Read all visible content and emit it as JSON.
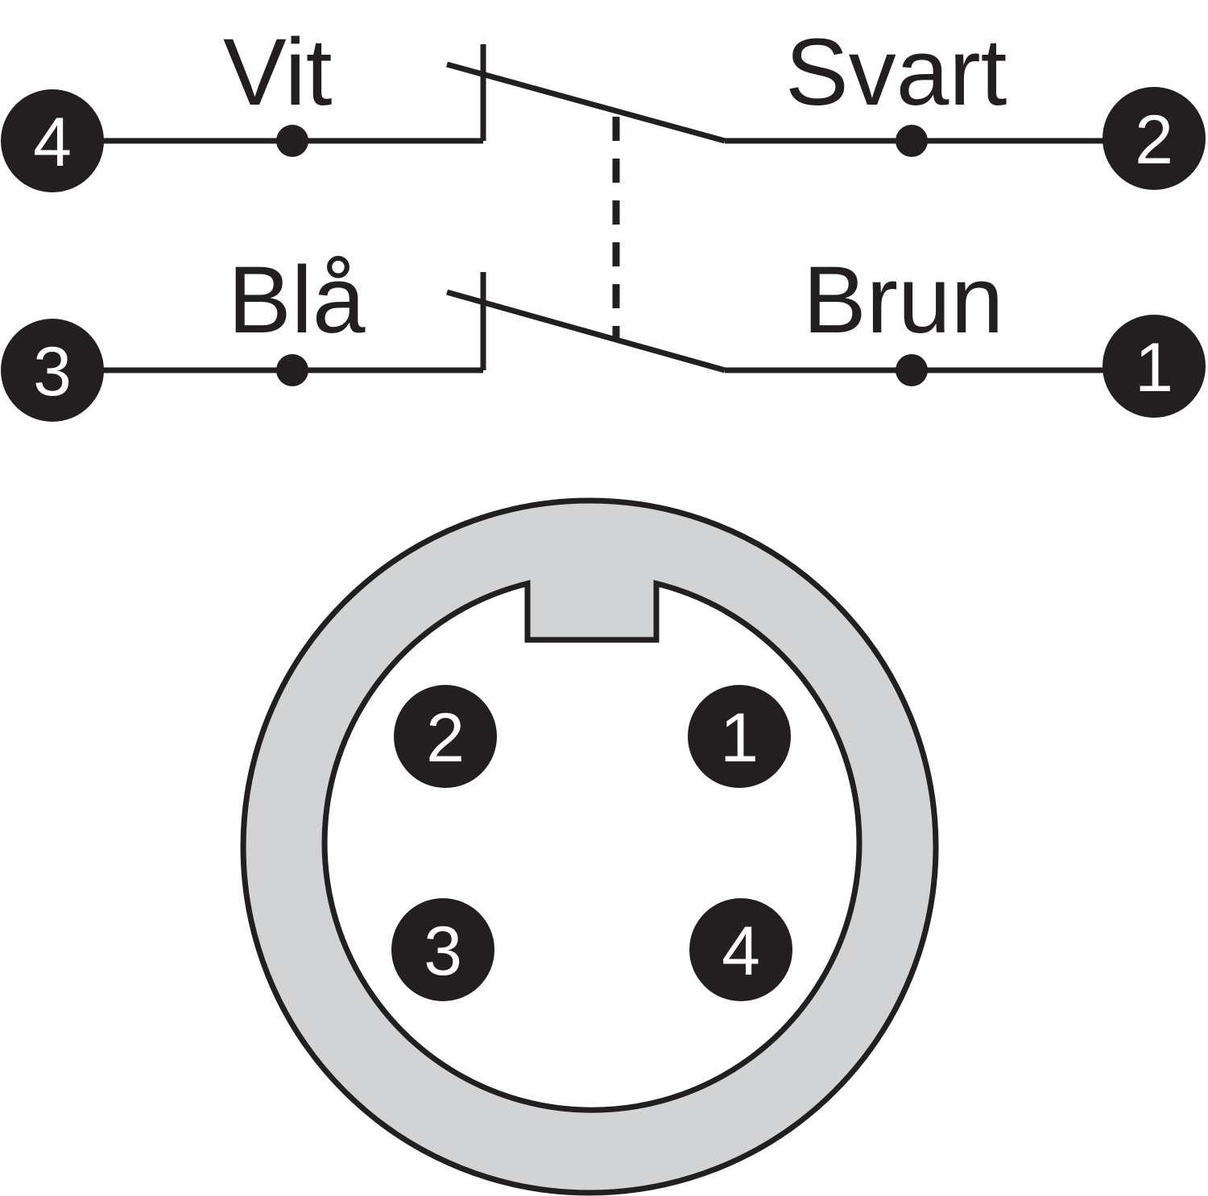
{
  "schematic": {
    "upper": {
      "left_terminal": "4",
      "left_label": "Vit",
      "right_label": "Svart",
      "right_terminal": "2"
    },
    "lower": {
      "left_terminal": "3",
      "left_label": "Blå",
      "right_label": "Brun",
      "right_terminal": "1"
    }
  },
  "connector": {
    "pins": {
      "top_left": "2",
      "top_right": "1",
      "bottom_left": "3",
      "bottom_right": "4"
    }
  },
  "colors": {
    "ink": "#231f20",
    "ring": "#d1d3d4",
    "background": "#ffffff",
    "digit": "#ffffff"
  }
}
